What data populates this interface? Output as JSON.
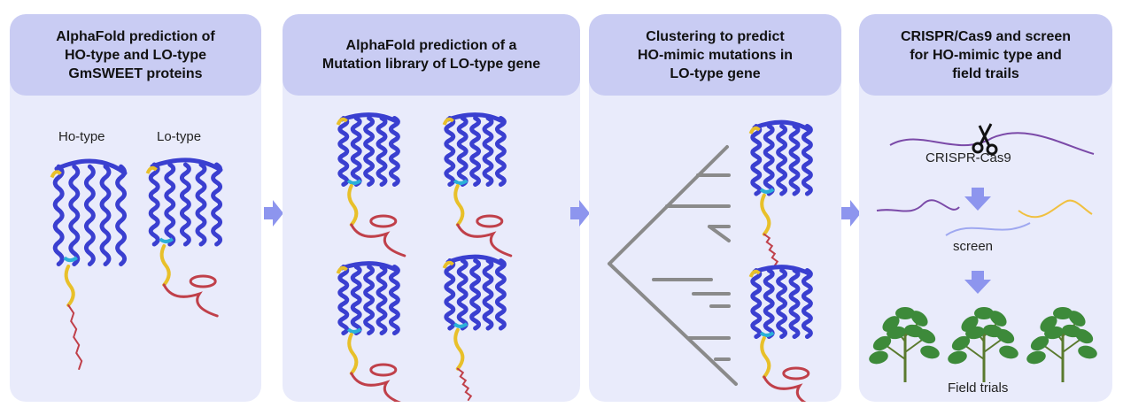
{
  "panels": [
    {
      "title": "AlphaFold prediction of\nHO-type and LO-type\nGmSWEET proteins"
    },
    {
      "title": "AlphaFold prediction of a\nMutation library of LO-type gene"
    },
    {
      "title": "Clustering to predict\nHO-mimic mutations in\nLO-type gene"
    },
    {
      "title": "CRISPR/Cas9 and screen\nfor HO-mimic type and\nfield trails"
    }
  ],
  "panel1": {
    "ho_label": "Ho-type",
    "lo_label": "Lo-type"
  },
  "panel4": {
    "crispr_label": "CRISPR-Cas9",
    "screen_label": "screen",
    "field_label": "Field trials"
  },
  "colors": {
    "panel_bg": "#e9ebfb",
    "header_bg": "#c9ccf3",
    "arrow": "#8d95ee",
    "protein_core": "#3a3fd0",
    "protein_tail": "#c0404a",
    "dna_purple": "#7b4aa8",
    "dna_blue": "#9fa8f0",
    "dna_yellow": "#f0c040",
    "tree": "#8a8a8a",
    "plant_leaf": "#3d8a3a"
  },
  "icons": [
    "scissors-icon",
    "flow-arrow-icon",
    "plant-icon",
    "protein-structure-icon",
    "cluster-tree-icon"
  ]
}
